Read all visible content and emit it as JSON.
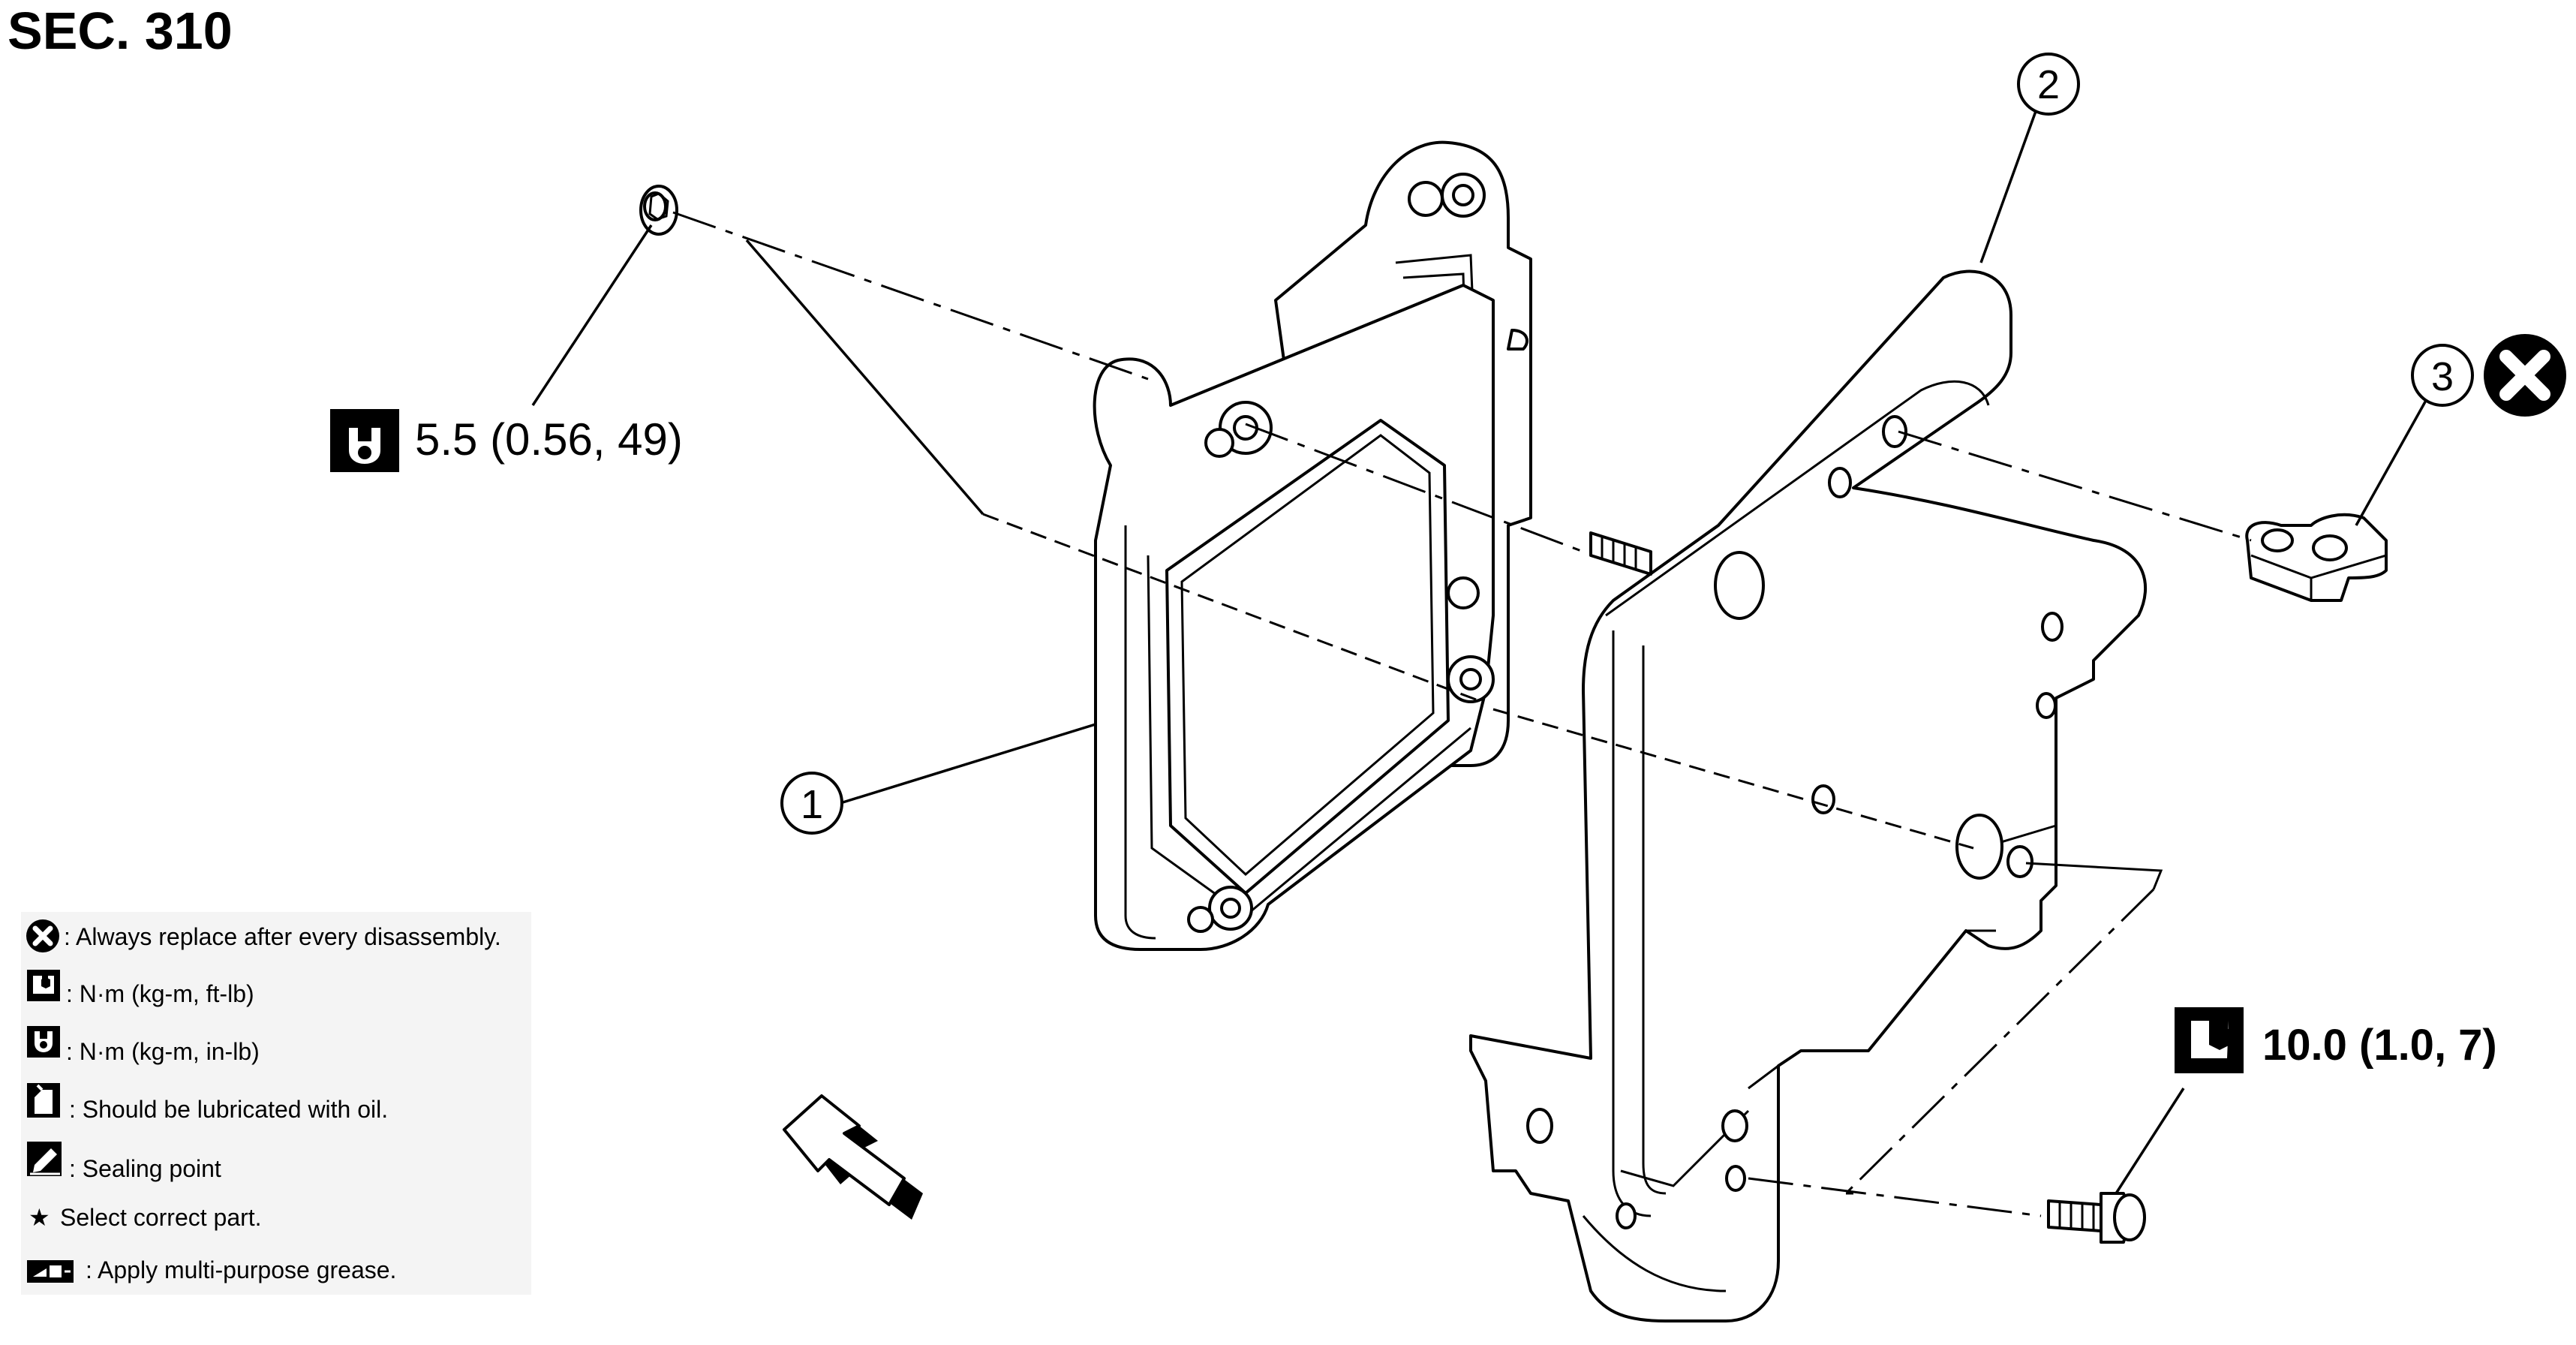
{
  "section_title": "SEC. 310",
  "callouts": [
    {
      "label": "1"
    },
    {
      "label": "2"
    },
    {
      "label": "3"
    }
  ],
  "torque_specs": {
    "nut": "5.5 (0.56, 49)",
    "bolt": "10.0 (1.0, 7)"
  },
  "legend": [
    {
      "icon": "replace-icon",
      "text": ": Always replace after every disassembly."
    },
    {
      "icon": "torque-ftlb-icon",
      "text": ": N·m (kg-m, ft-lb)"
    },
    {
      "icon": "torque-inlb-icon",
      "text": ": N·m (kg-m, in-lb)"
    },
    {
      "icon": "oil-can-icon",
      "text": ": Should be lubricated with oil."
    },
    {
      "icon": "sealant-icon",
      "text": ": Sealing point"
    },
    {
      "icon": "star-icon",
      "text": "Select correct part."
    },
    {
      "icon": "grease-icon",
      "text": ": Apply multi-purpose grease."
    }
  ],
  "star_glyph": "★",
  "colors": {
    "line": "#000000",
    "background": "#ffffff"
  }
}
